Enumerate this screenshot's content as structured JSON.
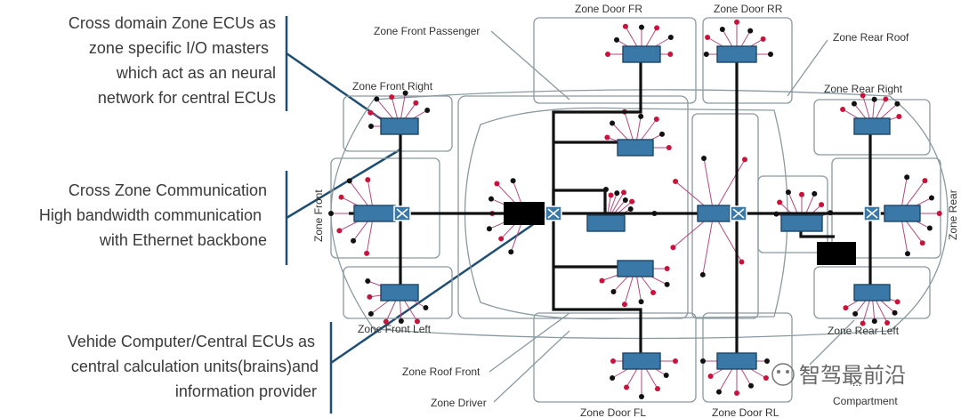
{
  "callouts": {
    "zone_ecus": [
      "Cross domain Zone ECUs as",
      "zone specific I/O masters",
      "which act as an neural",
      "network for central ECUs"
    ],
    "communication": [
      "Cross Zone Communication",
      "High bandwidth communication",
      "with Ethernet backbone"
    ],
    "central": [
      "Vehide Computer/Central ECUs as",
      "central calculation units(brains)and",
      "information provider"
    ]
  },
  "zone_labels": {
    "front_passenger": "Zone Front Passenger",
    "door_fr": "Zone Door FR",
    "door_rr": "Zone Door RR",
    "rear_roof": "Zone Rear Roof",
    "front_right": "Zone Front Right",
    "rear_right": "Zone Rear Right",
    "front": "Zone Front",
    "rear": "Zone Rear",
    "front_left": "Zone Front Left",
    "rear_left": "Zone Rear Left",
    "roof_front": "Zone Roof Front",
    "driver": "Zone Driver",
    "door_fl": "Zone Door FL",
    "door_rl": "Zone Door RL",
    "compartment_1": "...",
    "compartment_2": "Compartment"
  },
  "watermark": "智驾最前沿",
  "colors": {
    "ecu": "#3a78a8",
    "backbone": "#111111",
    "wire": "#b04a82",
    "sensor_red": "#c8143c",
    "sensor_dark": "#111111",
    "outline": "#8a9aa0"
  }
}
